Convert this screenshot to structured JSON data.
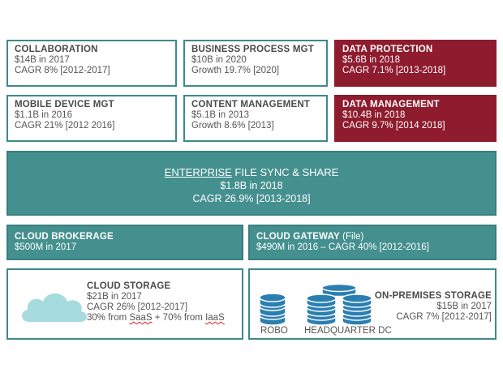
{
  "row1": [
    {
      "title": "COLLABORATION",
      "line1": "$14B in 2017",
      "line2": "CAGR 8% [2012-2017]"
    },
    {
      "title": "BUSINESS PROCESS MGT",
      "line1": "$10B in 2020",
      "line2": "Growth 19.7% [2020]"
    },
    {
      "title": "DATA PROTECTION",
      "line1": "$5.6B in 2018",
      "line2": "CAGR 7.1% [2013-2018]"
    }
  ],
  "row2": [
    {
      "title": "MOBILE DEVICE MGT",
      "line1": "$1.1B in 2016",
      "line2": "CAGR 21% [2012 2016]"
    },
    {
      "title": "CONTENT MANAGEMENT",
      "line1": "$5.1B in 2013",
      "line2": "Growth 8.6% [2013]"
    },
    {
      "title": "DATA MANAGEMENT",
      "line1": "$10.4B in 2018",
      "line2": "CAGR 9.7% [2014 2018]"
    }
  ],
  "efss": {
    "title_underlined": "ENTERPRISE",
    "title_rest": " FILE SYNC & SHARE",
    "line1": "$1.8B in 2018",
    "line2": "CAGR 26.9% [2013-2018]"
  },
  "brokerage": {
    "title": "CLOUD  BROKERAGE",
    "line1": "$500M in 2017"
  },
  "gateway": {
    "title": "CLOUD  GATEWAY",
    "title_suffix": " (File)",
    "line1": "$490M in 2016 – CAGR 40% [2012-2016]"
  },
  "cloud_storage": {
    "title": "CLOUD  STORAGE",
    "line1": "$21B in 2017",
    "line2": "CAGR 26% [2012-2017]",
    "line3_a": "30% from ",
    "line3_saas": "SaaS",
    "line3_b": " + 70% from ",
    "line3_iaas": "IaaS"
  },
  "onprem": {
    "title": "ON-PREMISES STORAGE",
    "line1": "$15B in 2017",
    "line2": "CAGR 7% [2012-2017]",
    "label_robo": "ROBO",
    "label_hq": "HEADQUARTER DC"
  },
  "colors": {
    "teal": "#44908f",
    "red": "#8e1b2e",
    "storage_blue": "#2b7fb0",
    "cloud": "#a6dbdd"
  }
}
